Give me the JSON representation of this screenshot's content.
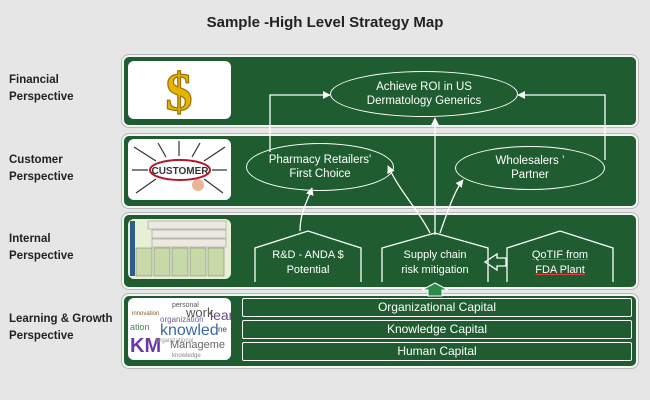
{
  "title": "Sample -High Level Strategy Map",
  "perspectives": {
    "financial": "Financial\nPerspective",
    "customer": "Customer\nPerspective",
    "internal": "Internal\nPerspective",
    "learning": "Learning & Growth\nPerspective"
  },
  "thumbnails": {
    "financial": "dollar-sign-icon",
    "customer_label": "CUSTOMER",
    "learning_words": [
      "personal",
      "work",
      "organization",
      "learn",
      "innovation",
      "knowled",
      "KM",
      "Manageme",
      "ation",
      "ne",
      "knowledge",
      "organizational"
    ]
  },
  "objectives": {
    "roi": "Achieve ROI in US\nDermatology Generics",
    "pharmacy": "Pharmacy Retailers'\nFirst Choice",
    "wholesalers": "Wholesalers ’\nPartner",
    "rnd": "R&D - ANDA $\nPotential",
    "supply": "Supply chain\nrisk mitigation",
    "qotif": "QoTIF from\nFDA Plant"
  },
  "capital": [
    "Organizational Capital",
    "Knowledge Capital",
    "Human Capital"
  ],
  "colors": {
    "band": "#1f5c30",
    "arrow": "#2c8a48",
    "dollar": "#e8b300"
  }
}
